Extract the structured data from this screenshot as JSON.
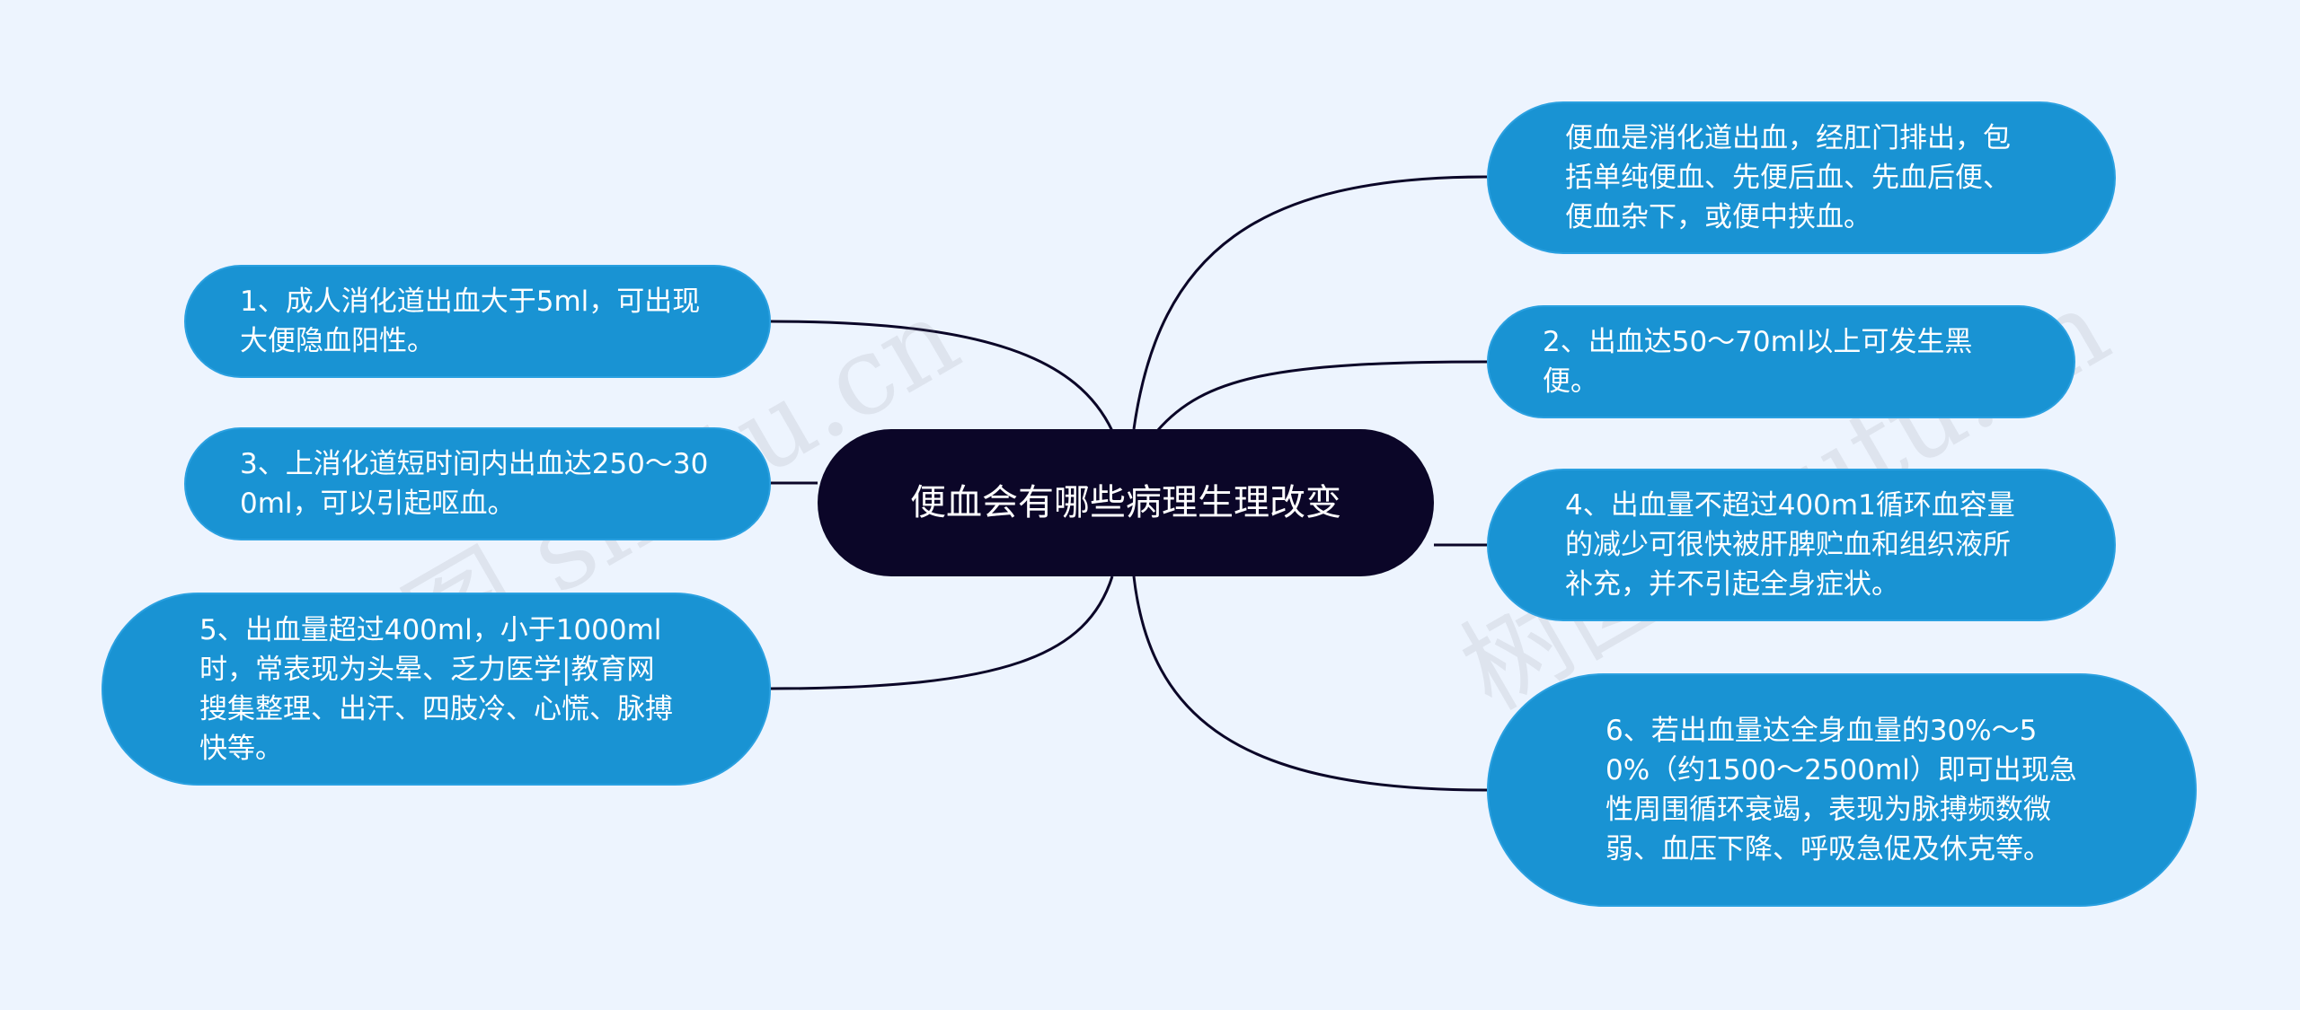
{
  "central": {
    "label": "便血会有哪些病理生理改变"
  },
  "nodes": {
    "n_right_1": "便血是消化道出血，经肛门排出，包括单纯便血、先便后血、先血后便、便血杂下，或便中挟血。",
    "n_right_2": "2、出血达50～70ml以上可发生黑便。",
    "n_right_3": "4、出血量不超过400m1循环血容量的减少可很快被肝脾贮血和组织液所补充，并不引起全身症状。",
    "n_right_4": "6、若出血量达全身血量的30%～50%（约1500～2500ml）即可出现急性周围循环衰竭，表现为脉搏频数微弱、血压下降、呼吸急促及休克等。",
    "n_left_1": "1、成人消化道出血大于5ml，可出现大便隐血阳性。",
    "n_left_2": "3、上消化道短时间内出血达250～300ml，可以引起呕血。",
    "n_left_3": "5、出血量超过400ml，小于1000ml时，常表现为头晕、乏力医学|教育网搜集整理、出汗、四肢冷、心慌、脉搏快等。"
  },
  "watermarks": [
    "树图 shutu.cn",
    "树图 shutu.cn"
  ],
  "colors": {
    "background": "#edf4fe",
    "central_fill": "#0b0628",
    "node_fill": "#1993d3",
    "connector": "#0b0628"
  }
}
